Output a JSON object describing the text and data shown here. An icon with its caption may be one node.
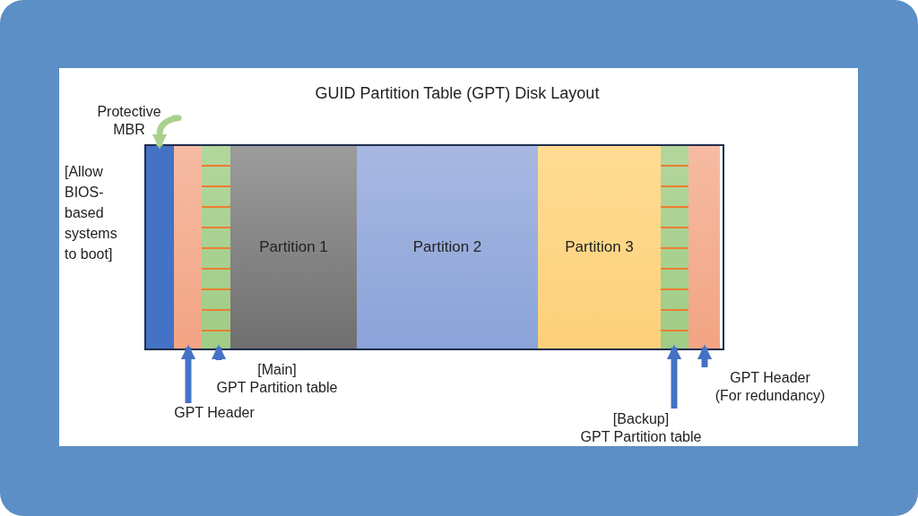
{
  "diagram": {
    "title": "GUID Partition Table (GPT) Disk Layout",
    "nodes": [
      {
        "text": [
          "Protective MBR"
        ]
      },
      {
        "text": [],
        "shape": "bar"
      },
      {
        "text": [],
        "shape": "bar"
      },
      {
        "text": [],
        "shape": "bar"
      },
      {
        "text": [
          "Partition 1"
        ]
      },
      {
        "text": [
          "Partition 2"
        ]
      },
      {
        "text": [
          "Partition 3"
        ]
      },
      {
        "text": [],
        "shape": "bar"
      },
      {
        "text": [],
        "shape": "bar"
      },
      {
        "text": [
          "[Main] GPT Partition table"
        ]
      },
      {
        "text": [
          "GPT Header"
        ]
      },
      {
        "text": [
          "GPT Header (For redundancy)"
        ]
      },
      {
        "text": [
          "[Backup] GPT Partition table"
        ]
      }
    ],
    "edges": [
      {
        "from": 0,
        "to": 1,
        "arrow": "to",
        "color": "#a9d18e"
      },
      {
        "from": 9,
        "to": 3,
        "arrow": "to"
      },
      {
        "from": 10,
        "to": 2,
        "arrow": "to"
      },
      {
        "from": 11,
        "to": 8,
        "arrow": "to"
      },
      {
        "from": 12,
        "to": 7,
        "arrow": "to"
      }
    ],
    "labels": [
      "[Allow BIOS-based systems to boot]"
    ]
  }
}
